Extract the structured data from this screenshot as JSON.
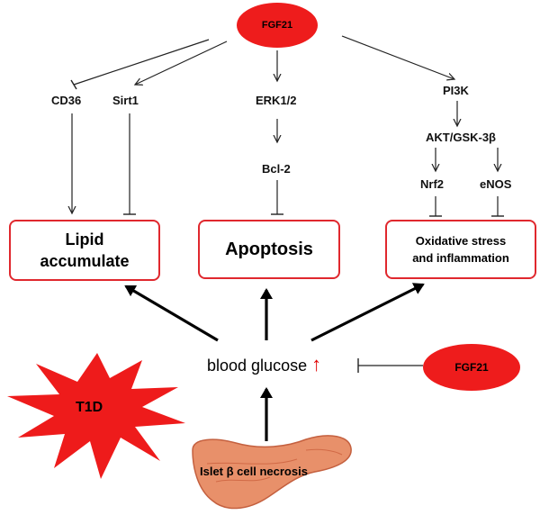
{
  "nodes": {
    "fgf21_top": "FGF21",
    "fgf21_right": "FGF21",
    "cd36": "CD36",
    "sirt1": "Sirt1",
    "erk": "ERK1/2",
    "bcl2": "Bcl-2",
    "pi3k": "PI3K",
    "akt": "AKT/GSK-3β",
    "nrf2": "Nrf2",
    "enos": "eNOS",
    "t1d": "T1D",
    "islet": "Islet β cell necrosis"
  },
  "boxes": {
    "lipid_line1": "Lipid",
    "lipid_line2": "accumulate",
    "apoptosis": "Apoptosis",
    "oxidative_line1": "Oxidative stress",
    "oxidative_line2": "and inflammation"
  },
  "glucose": {
    "label": "blood glucose",
    "arrow": "↑"
  },
  "colors": {
    "accent_red": "#e00000",
    "box_border": "#e0282e",
    "pancreas": "#e8906a"
  }
}
